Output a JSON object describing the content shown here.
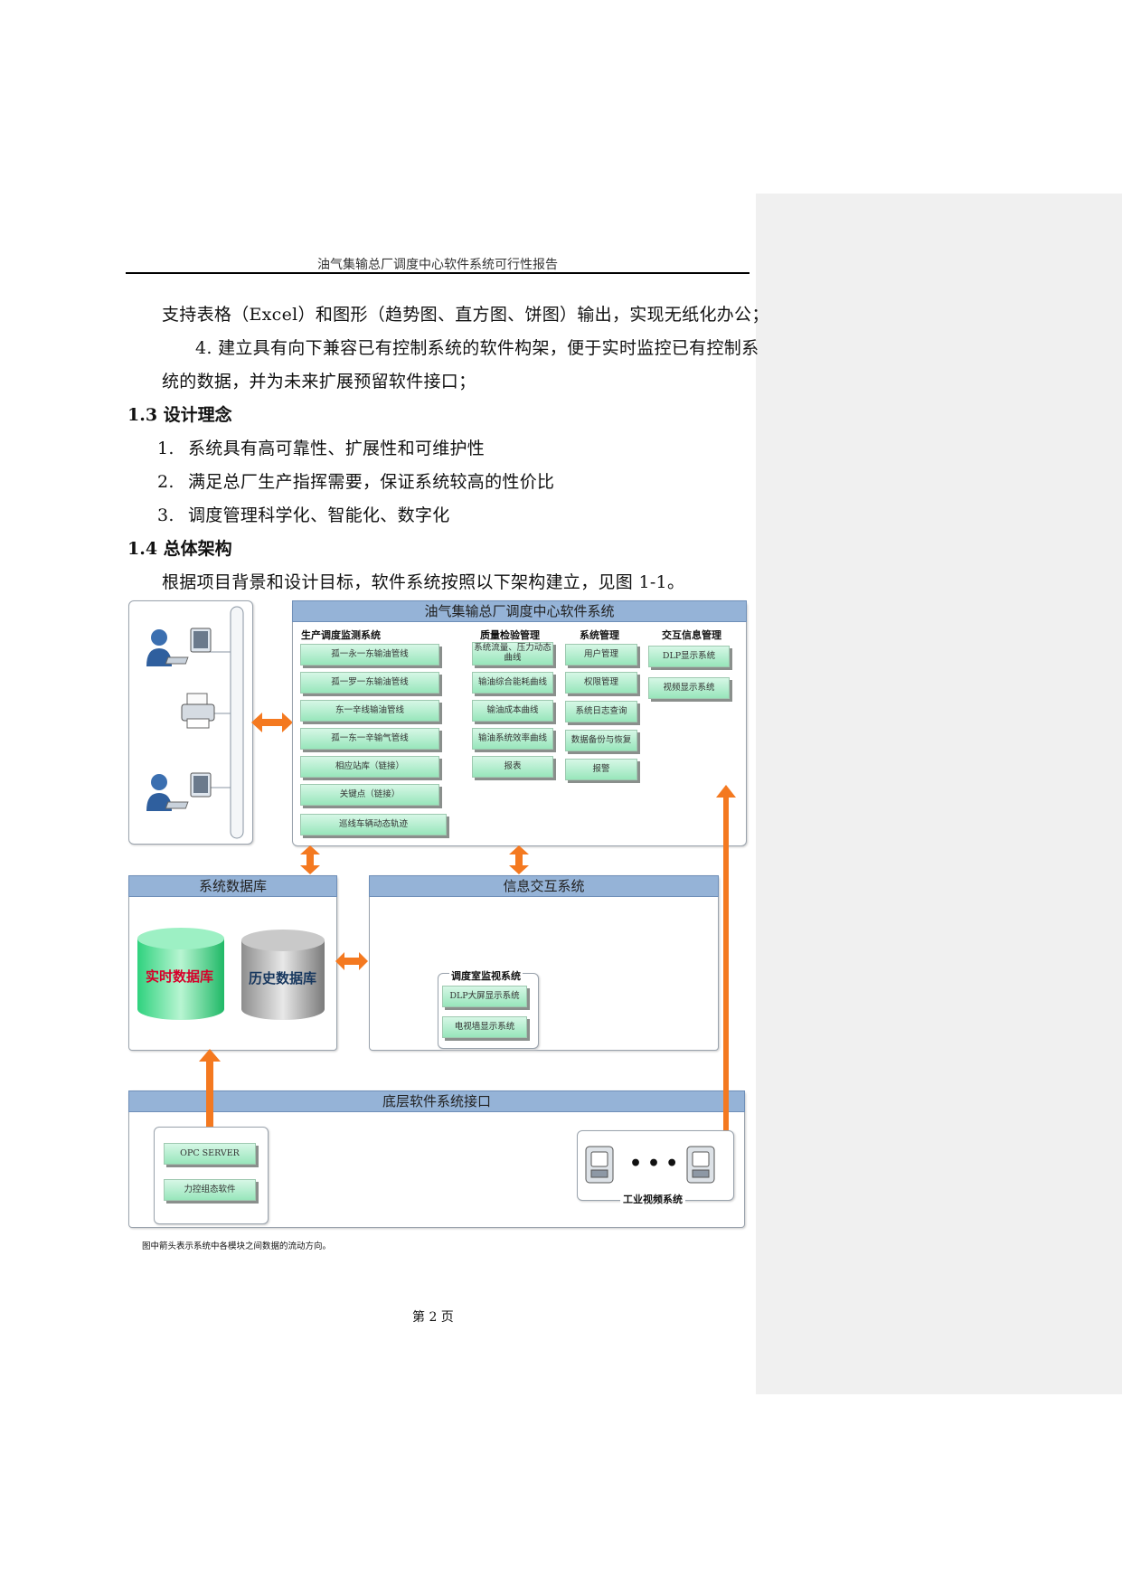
{
  "header": {
    "title": "油气集输总厂调度中心软件系统可行性报告"
  },
  "body": {
    "line1": "支持表格（Excel）和图形（趋势图、直方图、饼图）输出，实现无纸化办公；",
    "line2": "4. 建立具有向下兼容已有控制系统的软件构架，便于实时监控已有控制系",
    "line3": "统的数据，并为未来扩展预留软件接口；",
    "section_13": "1.3 设计理念",
    "list": [
      {
        "num": "1.",
        "text": "系统具有高可靠性、扩展性和可维护性"
      },
      {
        "num": "2.",
        "text": "满足总厂生产指挥需要，保证系统较高的性价比"
      },
      {
        "num": "3.",
        "text": "调度管理科学化、智能化、数字化"
      }
    ],
    "section_14": "1.4 总体架构",
    "intro": "根据项目背景和设计目标，软件系统按照以下架构建立，见图 1-1。"
  },
  "diagram": {
    "main_title": "油气集输总厂调度中心软件系统",
    "groups": {
      "production": {
        "title": "生产调度监测系统",
        "items": [
          "孤一永一东输油管线",
          "孤一罗一东输油管线",
          "东一辛线输油管线",
          "孤一东一辛输气管线",
          "相应站库（链接）",
          "关键点（链接）",
          "巡线车辆动态轨迹"
        ]
      },
      "quality": {
        "title": "质量检验管理",
        "items": [
          "系统流量、压力动态曲线",
          "输油综合能耗曲线",
          "输油成本曲线",
          "输油系统效率曲线",
          "报表"
        ]
      },
      "system": {
        "title": "系统管理",
        "items": [
          "用户管理",
          "权限管理",
          "系统日志查询",
          "数据备份与恢复",
          "报警"
        ]
      },
      "interaction": {
        "title": "交互信息管理",
        "items": [
          "DLP显示系统",
          "视频显示系统"
        ]
      }
    },
    "database": {
      "title": "系统数据库",
      "realtime": "实时数据库",
      "history": "历史数据库"
    },
    "info": {
      "title": "信息交互系统",
      "monitor_title": "调度室监视系统",
      "monitor_items": [
        "DLP大屏显示系统",
        "电视墙显示系统"
      ]
    },
    "bottom": {
      "title": "底层软件系统接口",
      "opc_items": [
        "OPC SERVER",
        "力控组态软件"
      ],
      "video_label": "工业视频系统"
    },
    "colors": {
      "bar": "#95b3d7",
      "arrow": "#f47920",
      "green": "#a8ecc6"
    }
  },
  "caption": "图中箭头表示系统中各模块之间数据的流动方向。",
  "footer": "第 2 页"
}
